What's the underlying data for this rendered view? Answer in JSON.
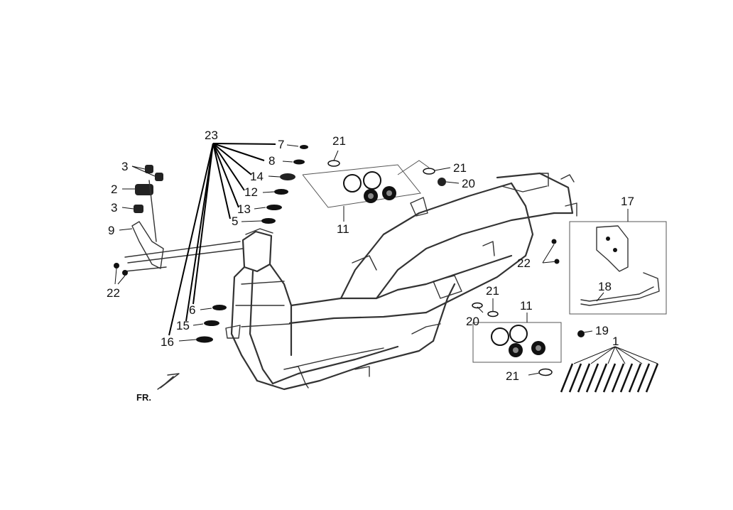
{
  "callouts": {
    "c23": "23",
    "c7": "7",
    "c8": "8",
    "c14": "14",
    "c12": "12",
    "c13": "13",
    "c5": "5",
    "c6": "6",
    "c15": "15",
    "c16": "16",
    "c3a": "3",
    "c2": "2",
    "c3b": "3",
    "c9": "9",
    "c22a": "22",
    "c21a": "21",
    "c11a": "11",
    "c21b": "21",
    "c20a": "20",
    "c17": "17",
    "c22b": "22",
    "c18": "18",
    "c19": "19",
    "c21c": "21",
    "c11b": "11",
    "c20b": "20",
    "c21d": "21",
    "c1": "1"
  },
  "direction_label": "FR."
}
